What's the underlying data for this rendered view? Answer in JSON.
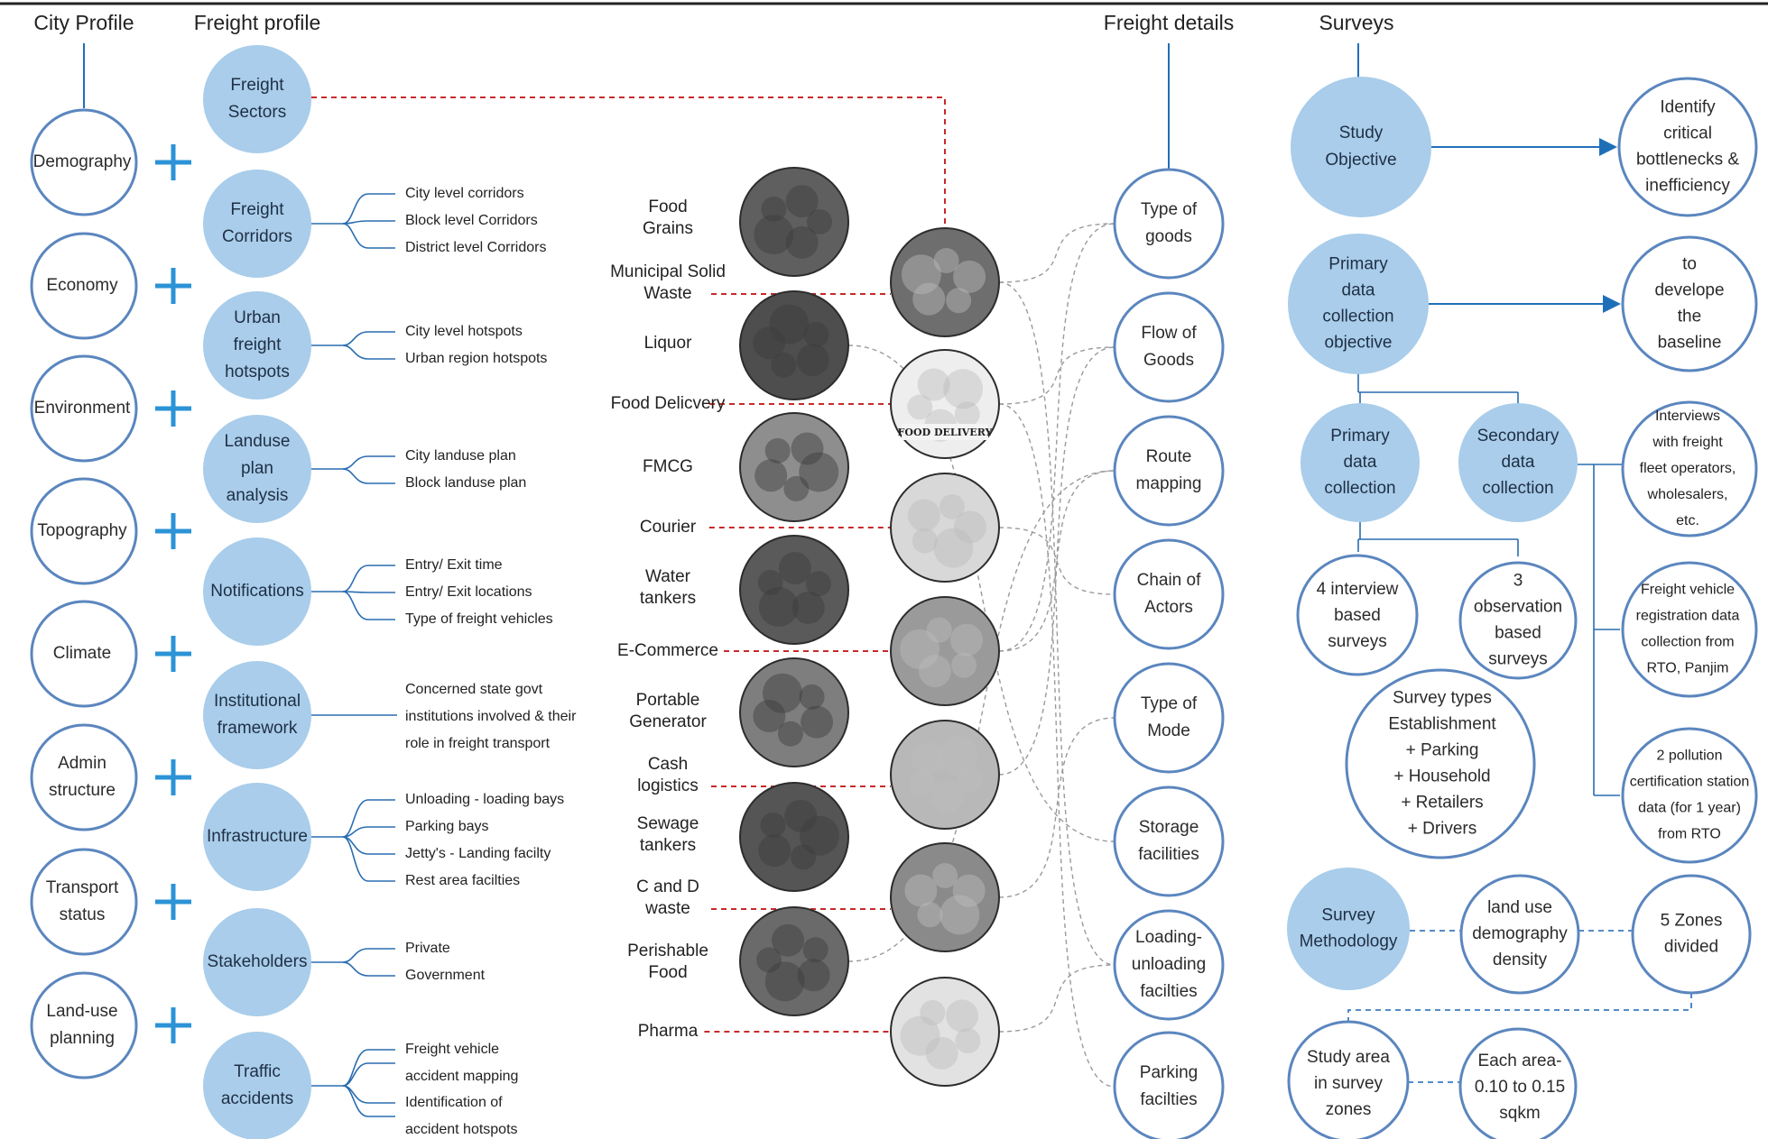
{
  "headers": {
    "city_profile": "City Profile",
    "freight_profile": "Freight profile",
    "freight_details": "Freight details",
    "surveys": "Surveys"
  },
  "city_profile": [
    [
      "Demography"
    ],
    [
      "Economy"
    ],
    [
      "Environment"
    ],
    [
      "Topography"
    ],
    [
      "Climate"
    ],
    [
      "Admin",
      "structure"
    ],
    [
      "Transport",
      "status"
    ],
    [
      "Land-use",
      "planning"
    ]
  ],
  "freight_profile": [
    {
      "label": [
        "Freight",
        "Sectors"
      ],
      "items": []
    },
    {
      "label": [
        "Freight",
        "Corridors"
      ],
      "items": [
        "City level corridors",
        "Block level Corridors",
        "District level Corridors"
      ]
    },
    {
      "label": [
        "Urban",
        "freight",
        "hotspots"
      ],
      "items": [
        "City level hotspots",
        "Urban region hotspots"
      ]
    },
    {
      "label": [
        "Landuse",
        "plan",
        "analysis"
      ],
      "items": [
        "City landuse plan",
        "Block landuse plan"
      ]
    },
    {
      "label": [
        "Notifications"
      ],
      "items": [
        "Entry/ Exit time",
        "Entry/ Exit locations",
        "Type of freight vehicles"
      ]
    },
    {
      "label": [
        "Institutional",
        "framework"
      ],
      "items": [
        "Concerned state govt",
        "institutions involved & their",
        "role in freight transport"
      ]
    },
    {
      "label": [
        "Infrastructure"
      ],
      "items": [
        "Unloading - loading bays",
        "Parking bays",
        "Jetty's - Landing facilty",
        "Rest area facilties"
      ]
    },
    {
      "label": [
        "Stakeholders"
      ],
      "items": [
        "Private",
        "Government"
      ]
    },
    {
      "label": [
        "Traffic",
        "accidents"
      ],
      "items": [
        "Freight vehicle",
        "accident mapping",
        "Identification of",
        "accident hotspots"
      ]
    }
  ],
  "freight_sectors": [
    [
      "Food",
      "Grains"
    ],
    [
      "Municipal Solid",
      "Waste"
    ],
    [
      "Liquor"
    ],
    [
      "Food Delicvery"
    ],
    [
      "FMCG"
    ],
    [
      "Courier"
    ],
    [
      "Water",
      "tankers"
    ],
    [
      "E-Commerce"
    ],
    [
      "Portable",
      "Generator"
    ],
    [
      "Cash",
      "logistics"
    ],
    [
      "Sewage",
      "tankers"
    ],
    [
      "C and D",
      "waste"
    ],
    [
      "Perishable",
      "Food"
    ],
    [
      "Pharma"
    ]
  ],
  "food_delivery_badge": "FOOD DELIVERY",
  "freight_details": [
    [
      "Type of",
      "goods"
    ],
    [
      "Flow of",
      "Goods"
    ],
    [
      "Route",
      "mapping"
    ],
    [
      "Chain of",
      "Actors"
    ],
    [
      "Type of",
      "Mode"
    ],
    [
      "Storage",
      "facilities"
    ],
    [
      "Loading-",
      "unloading",
      "facilties"
    ],
    [
      "Parking",
      "facilties"
    ]
  ],
  "surveys": {
    "study_objective": [
      "Study",
      "Objective"
    ],
    "bottlenecks": [
      "Identify",
      "critical",
      "bottlenecks &",
      "inefficiency"
    ],
    "primary_objective": [
      "Primary",
      "data",
      "collection",
      "objective"
    ],
    "baseline": [
      "to",
      "develope",
      "the",
      "baseline"
    ],
    "primary_collection": [
      "Primary",
      "data",
      "collection"
    ],
    "secondary_collection": [
      "Secondary",
      "data",
      "collection"
    ],
    "interviews": [
      "Interviews",
      "with freight",
      "fleet operators,",
      "wholesalers,",
      "etc."
    ],
    "interview_surveys": [
      "4 interview",
      "based",
      "surveys"
    ],
    "observation_surveys": [
      "3",
      "observation",
      "based",
      "surveys"
    ],
    "registration": [
      "Freight vehicle",
      "registration data",
      "collection from",
      "RTO, Panjim"
    ],
    "survey_types": [
      "Survey types",
      "Establishment",
      "+ Parking",
      "+ Household",
      "+ Retailers",
      "+ Drivers"
    ],
    "pollution": [
      "2 pollution",
      "certification station",
      "data (for 1 year)",
      "from RTO"
    ],
    "methodology": [
      "Survey",
      "Methodology"
    ],
    "landuse_density": [
      "land use",
      "demography",
      "density"
    ],
    "zones": [
      "5 Zones",
      "divided"
    ],
    "study_area": [
      "Study area",
      "in survey",
      "zones"
    ],
    "each_area": [
      "Each area-",
      "0.10 to 0.15",
      "sqkm"
    ]
  },
  "colors": {
    "ring": "#5b86be",
    "fill": "#a9cdea",
    "plus": "#2b93d6",
    "red_dash": "#c72a2a",
    "blue_line": "#1f6fb8"
  }
}
